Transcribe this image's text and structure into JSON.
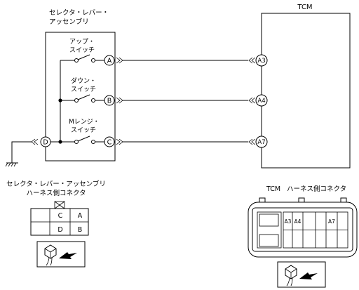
{
  "selector_assembly": {
    "title_line1": "セレクタ・レバー・",
    "title_line2": "アッセンブリ"
  },
  "switches": {
    "up": {
      "line1": "アップ・",
      "line2": "スイッチ"
    },
    "down": {
      "line1": "ダウン・",
      "line2": "スイッチ"
    },
    "m_range": {
      "line1": "Mレンジ・",
      "line2": "スイッチ"
    }
  },
  "assembly_pins": {
    "a": "A",
    "b": "B",
    "c": "C",
    "d": "D"
  },
  "tcm": {
    "title": "TCM",
    "pins": {
      "a3": "A3",
      "a4": "A4",
      "a7": "A7"
    }
  },
  "assembly_connector": {
    "label_line1": "セレクタ・レバー・アッセンブリ",
    "label_line2": "ハーネス側コネクタ",
    "cells": {
      "c": "C",
      "a": "A",
      "d": "D",
      "b": "B"
    }
  },
  "tcm_connector": {
    "label_prefix": "TCM",
    "label_suffix": "ハーネス側コネクタ",
    "cells": {
      "a3": "A3",
      "a4": "A4",
      "a7": "A7"
    }
  }
}
